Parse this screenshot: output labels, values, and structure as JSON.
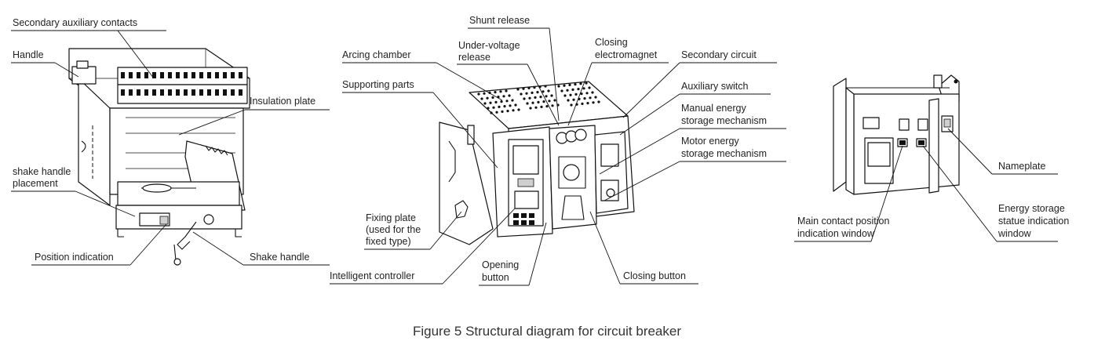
{
  "caption": "Figure 5 Structural diagram for circuit breaker",
  "labels": {
    "secondary_aux_contacts": "Secondary auxiliary contacts",
    "handle": "Handle",
    "insulation_plate": "Insulation plate",
    "shake_handle_placement_1": "shake handle",
    "shake_handle_placement_2": "placement",
    "position_indication": "Position indication",
    "shake_handle": "Shake handle",
    "shunt_release": "Shunt release",
    "under_voltage_1": "Under-voltage",
    "under_voltage_2": "release",
    "closing_em_1": "Closing",
    "closing_em_2": "electromagnet",
    "arcing_chamber": "Arcing chamber",
    "secondary_circuit": "Secondary circuit",
    "supporting_parts": "Supporting parts",
    "auxiliary_switch": "Auxiliary switch",
    "manual_energy_1": "Manual energy",
    "manual_energy_2": "storage mechanism",
    "motor_energy_1": "Motor energy",
    "motor_energy_2": "storage mechanism",
    "fixing_plate_1": "Fixing plate",
    "fixing_plate_2": "(used for the",
    "fixing_plate_3": "fixed type)",
    "intelligent_controller": "Intelligent controller",
    "opening_button_1": "Opening",
    "opening_button_2": "button",
    "closing_button": "Closing button",
    "nameplate": "Nameplate",
    "main_contact_1": "Main contact position",
    "main_contact_2": "indication window",
    "energy_status_1": "Energy storage",
    "energy_status_2": "statue indication",
    "energy_status_3": "window"
  }
}
